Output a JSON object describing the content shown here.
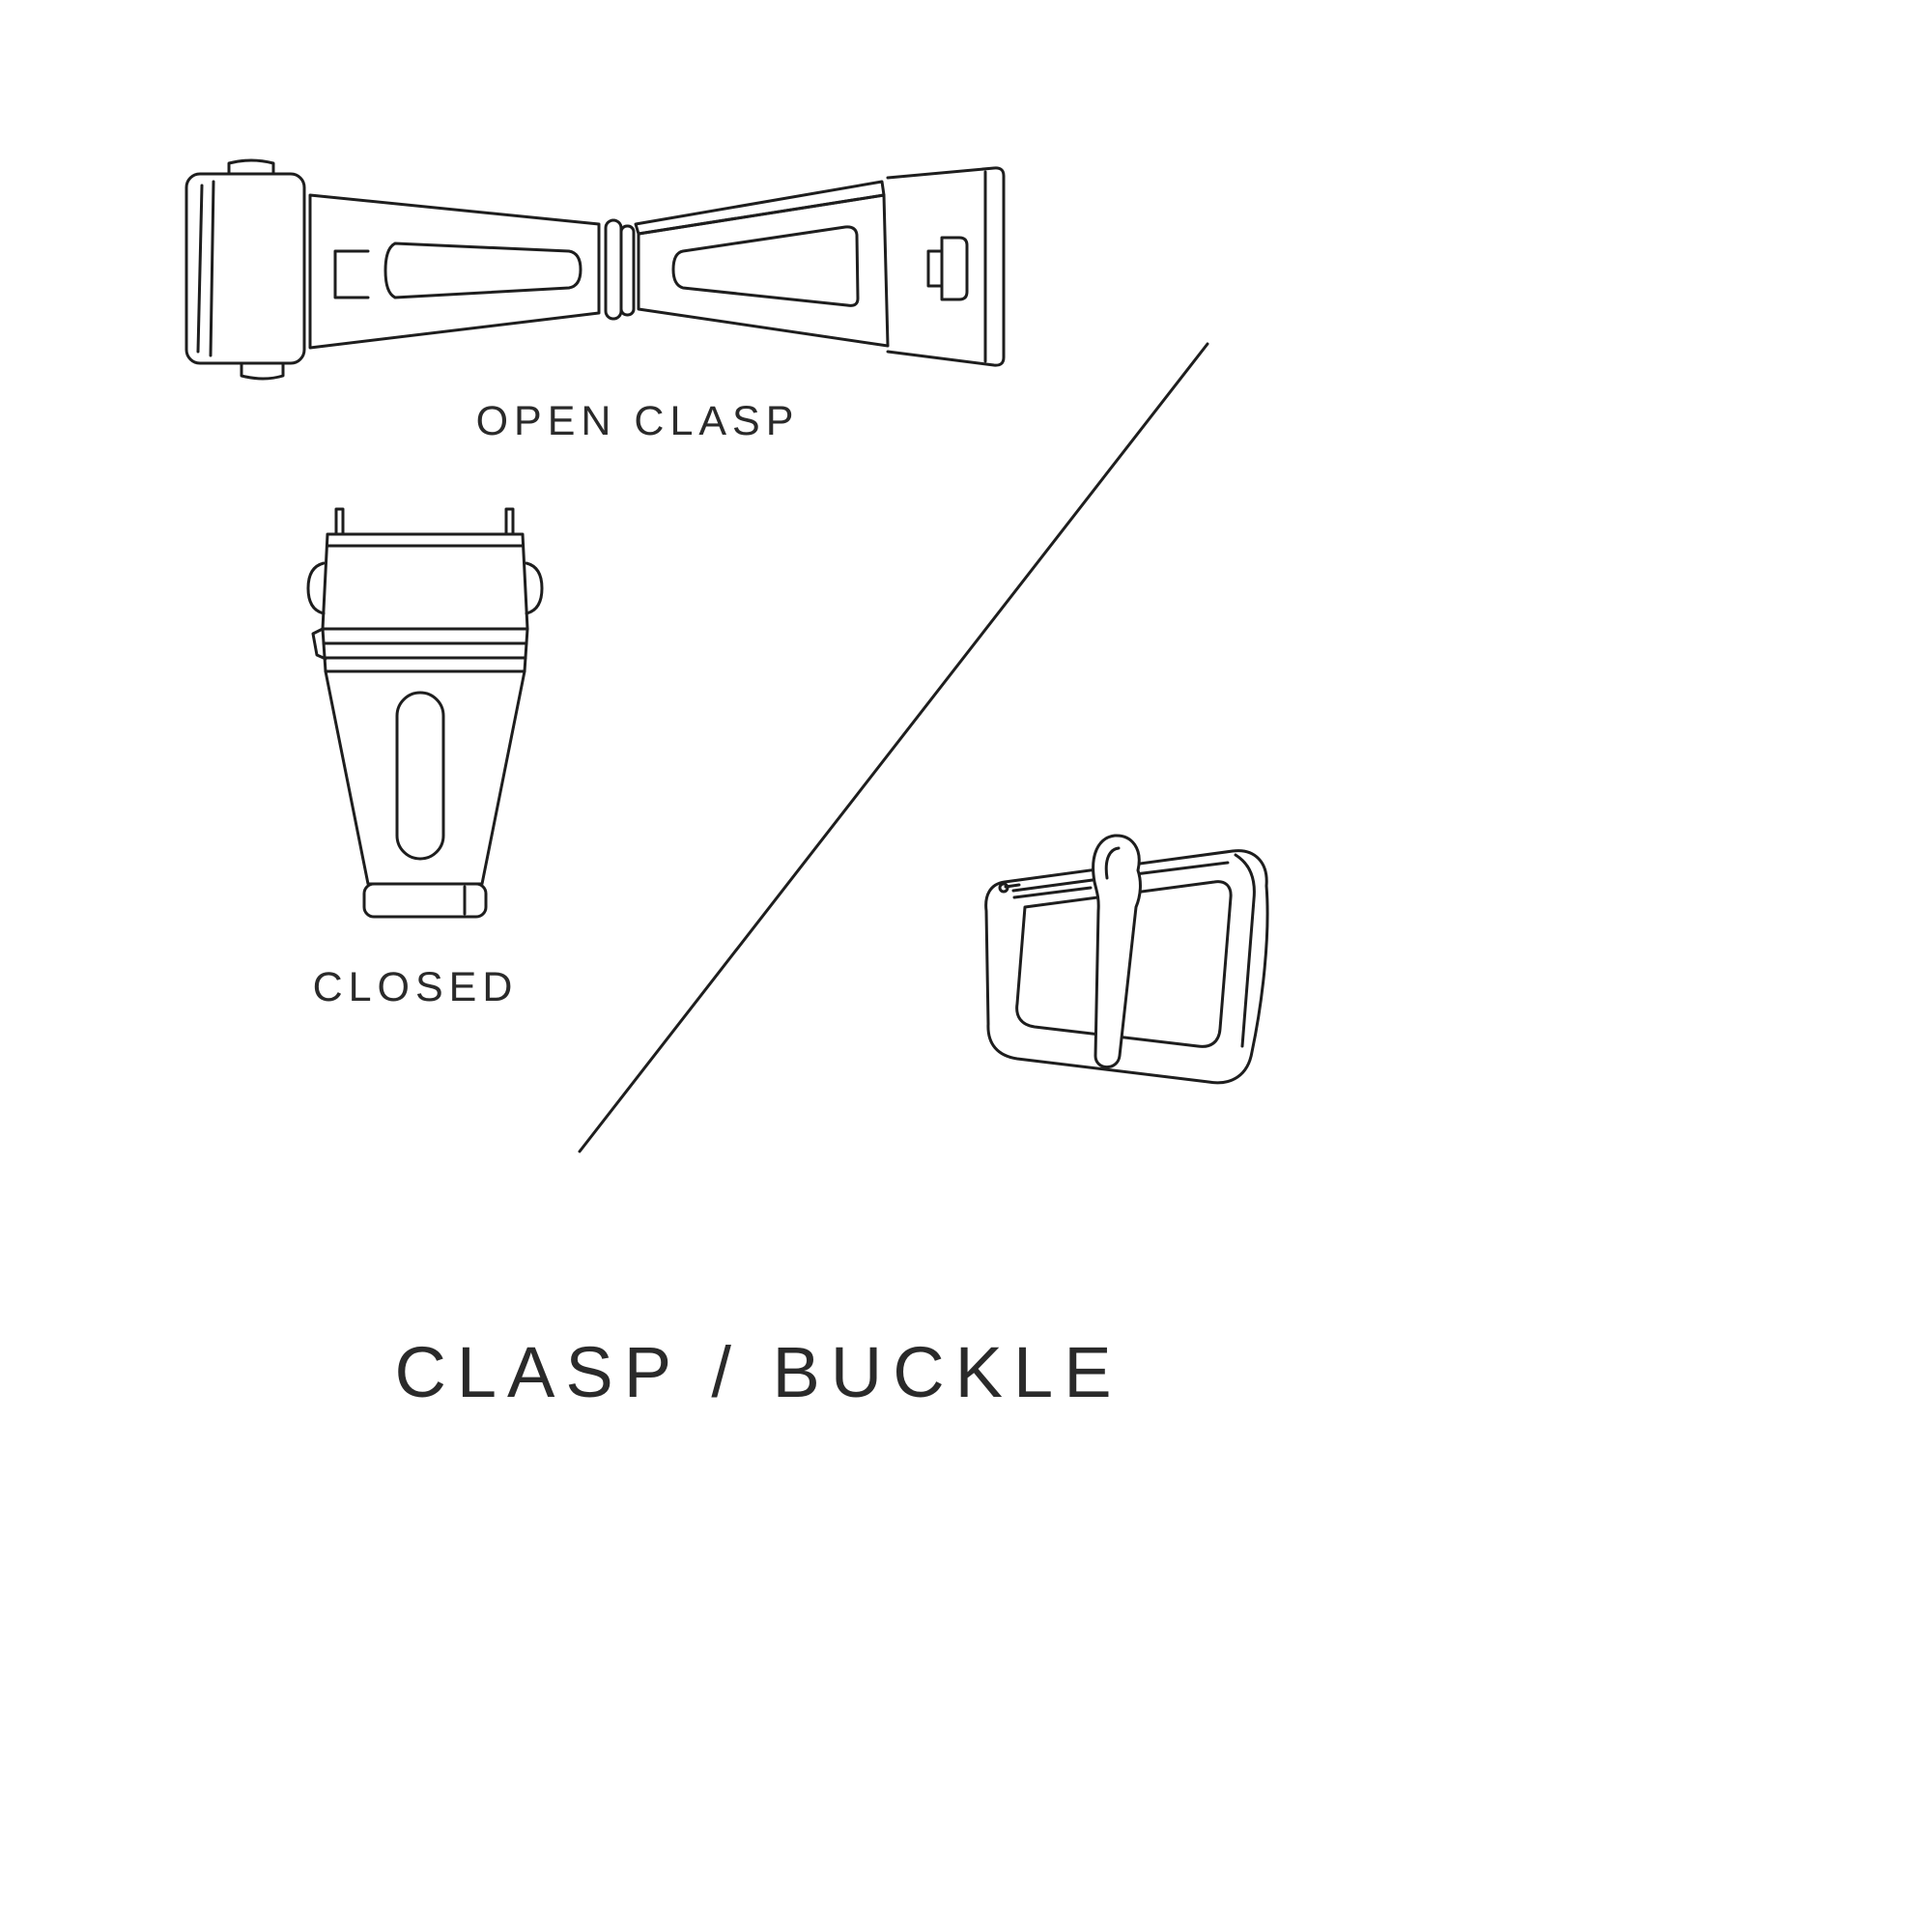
{
  "colors": {
    "background": "#ffffff",
    "ink": "#1e1e1e",
    "text": "#2a2a2a"
  },
  "labels": {
    "open_clasp": "OPEN CLASP",
    "closed": "CLOSED",
    "title": "CLASP / BUCKLE"
  },
  "illustrations": {
    "open_clasp": "open-clasp-drawing",
    "closed_clasp": "closed-clasp-drawing",
    "buckle": "buckle-drawing",
    "divider": "diagonal-divider-line"
  }
}
